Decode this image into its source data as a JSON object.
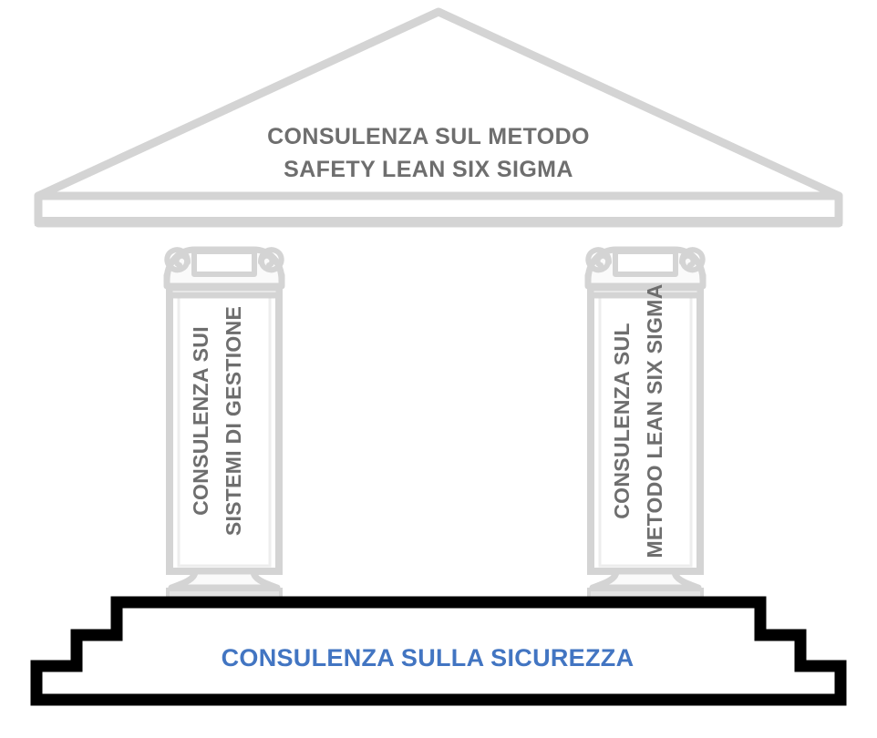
{
  "diagram": {
    "title": "Consulenza - Tempio",
    "background_color": "#ffffff",
    "structure_color": "#d4d4d4",
    "structure_inner_color": "#fafafa",
    "text_color": "#6e6e6e",
    "accent_color": "#4275c2",
    "base_outline_color": "#000000"
  },
  "pediment": {
    "name": "pediment",
    "line1": "CONSULENZA SUL METODO",
    "line2": "SAFETY LEAN SIX SIGMA",
    "text_color": "#6e6e6e"
  },
  "columns": [
    {
      "name": "column-left",
      "capital": "ionic-volute-capital",
      "line1": "CONSULENZA SUI",
      "line2": "SISTEMI DI GESTIONE",
      "text_color": "#6e6e6e"
    },
    {
      "name": "column-right",
      "capital": "ionic-volute-capital",
      "line1": "CONSULENZA SUL",
      "line2": "METODO LEAN SIX SIGMA",
      "text_color": "#6e6e6e"
    }
  ],
  "base": {
    "name": "stepped-base",
    "label": "CONSULENZA SULLA SICUREZZA",
    "text_color": "#4275c2",
    "outline_color": "#000000",
    "steps": 3
  }
}
